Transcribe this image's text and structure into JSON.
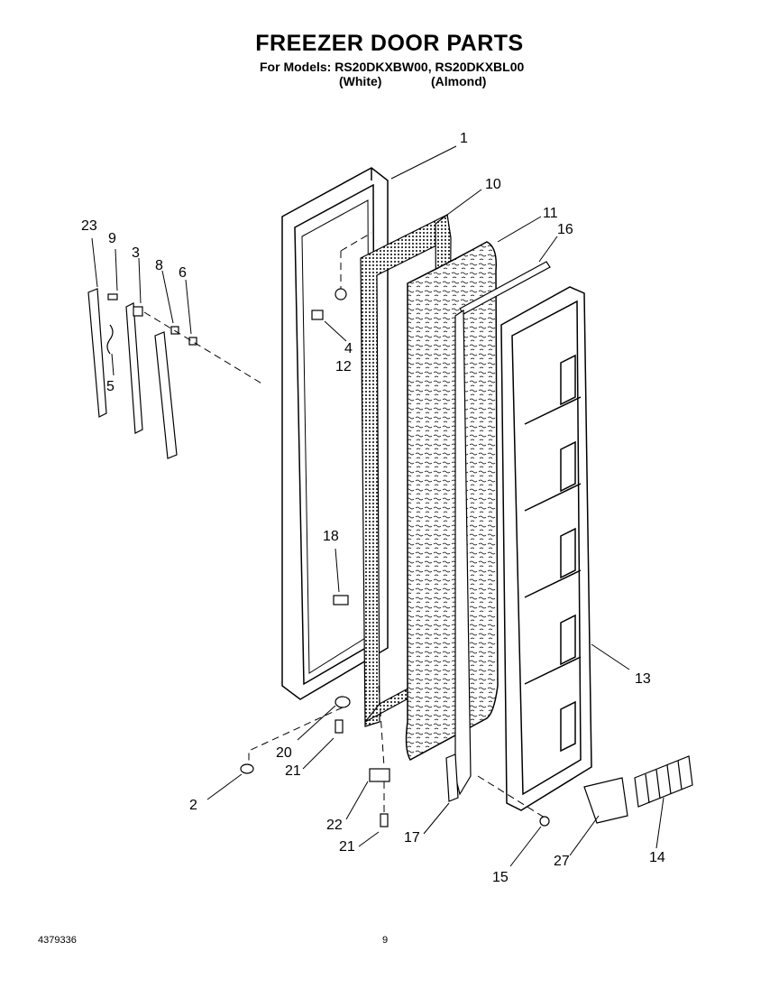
{
  "header": {
    "title": "FREEZER DOOR PARTS",
    "subtitle": "For Models: RS20DKXBW00, RS20DKXBL00",
    "color_white": "(White)",
    "color_almond": "(Almond)"
  },
  "callouts": [
    "1",
    "10",
    "11",
    "16",
    "23",
    "9",
    "3",
    "8",
    "6",
    "4",
    "12",
    "5",
    "18",
    "13",
    "20",
    "21",
    "2",
    "22",
    "21",
    "17",
    "15",
    "27",
    "14"
  ],
  "footer": {
    "part_number": "4379336",
    "page_number": "9"
  }
}
